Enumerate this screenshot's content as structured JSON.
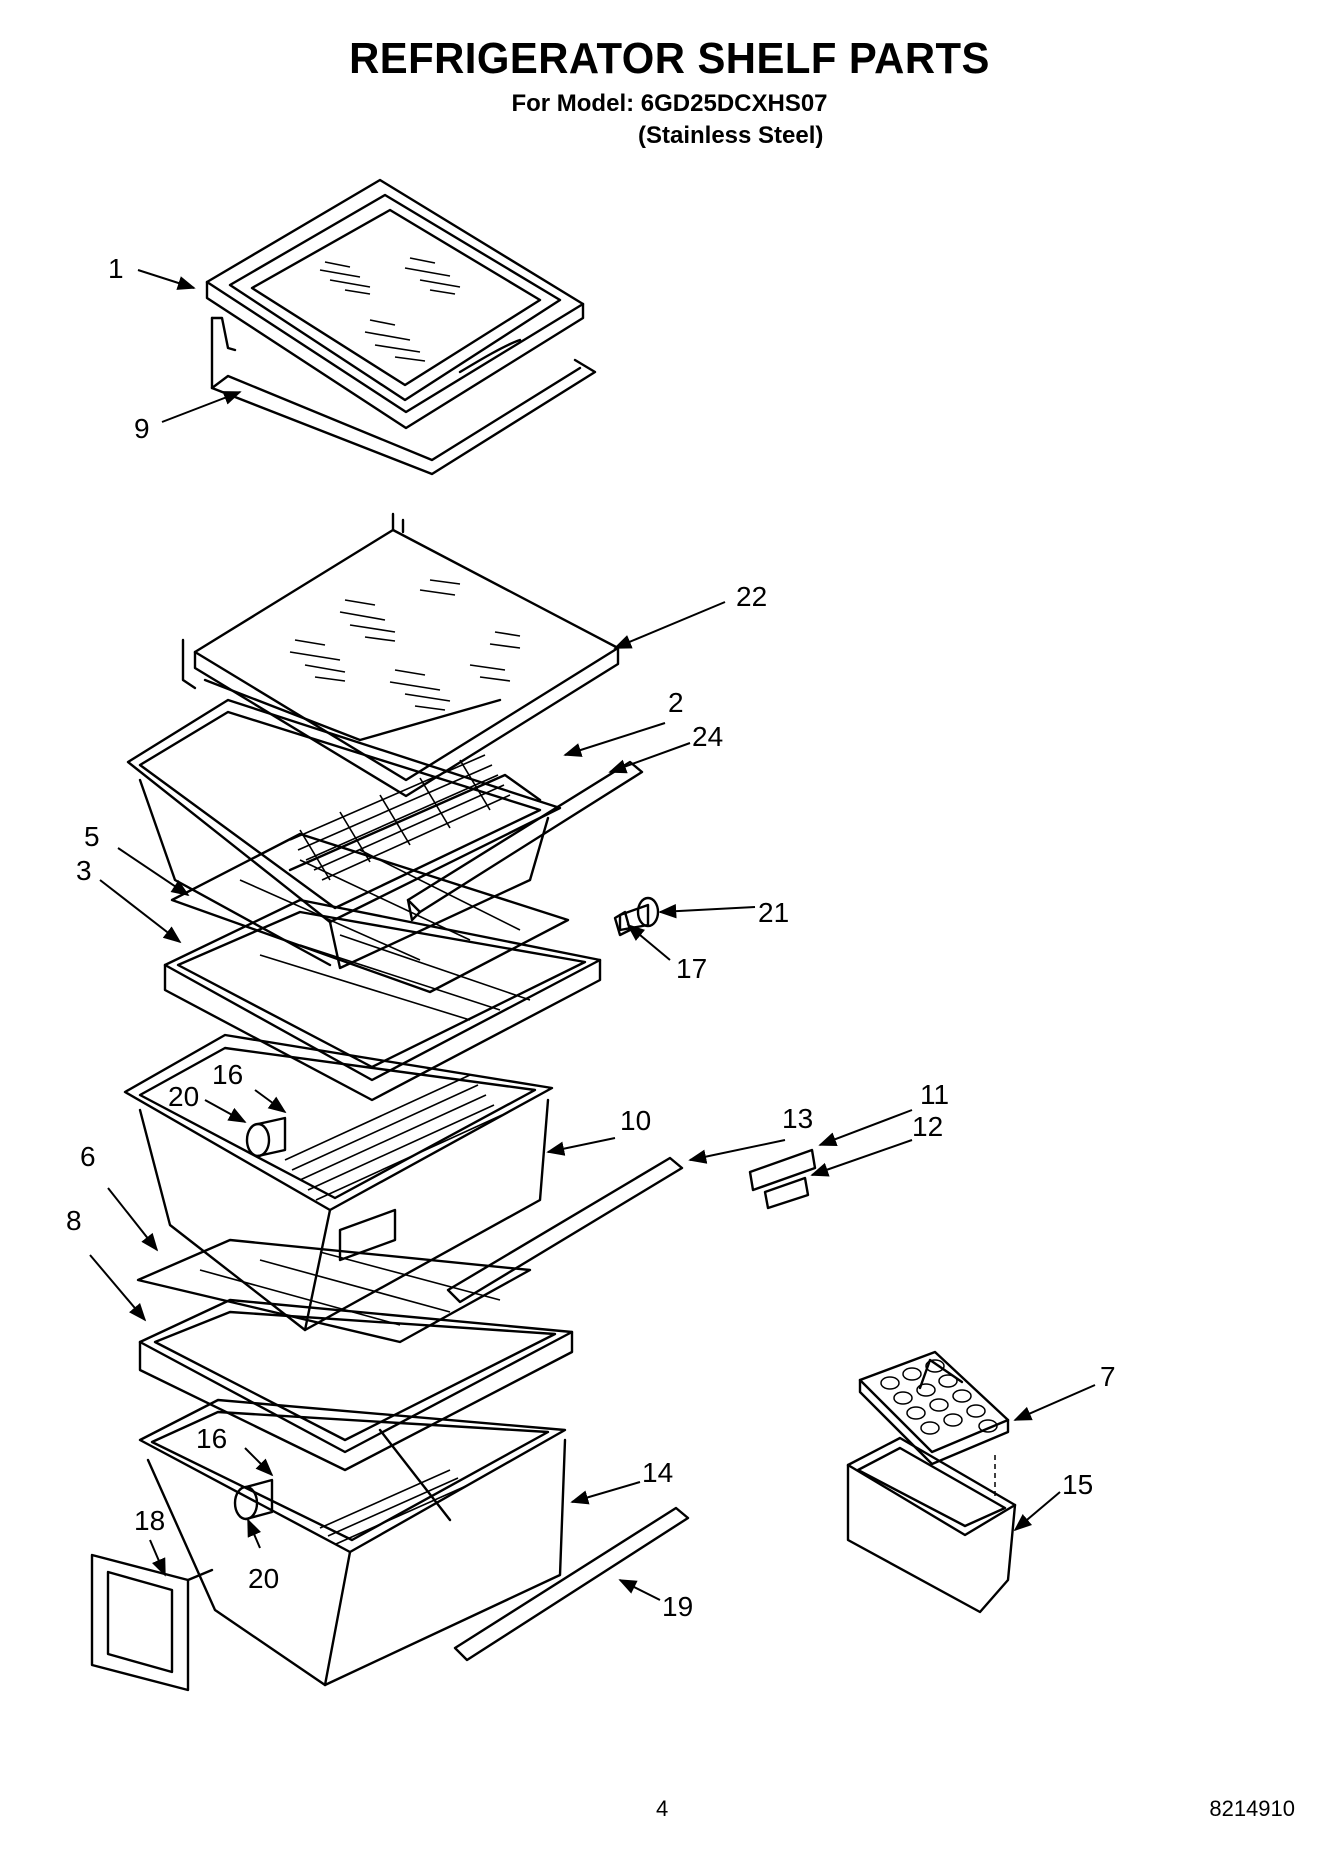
{
  "document": {
    "title": "REFRIGERATOR SHELF PARTS",
    "model_line": "For Model: 6GD25DCXHS07",
    "finish_line": "(Stainless Steel)",
    "page_number": "4",
    "doc_number": "8214910"
  },
  "callouts": [
    "1",
    "9",
    "22",
    "2",
    "24",
    "5",
    "3",
    "21",
    "17",
    "16",
    "20",
    "10",
    "13",
    "11",
    "12",
    "6",
    "8",
    "7",
    "16",
    "14",
    "15",
    "18",
    "20",
    "19"
  ]
}
